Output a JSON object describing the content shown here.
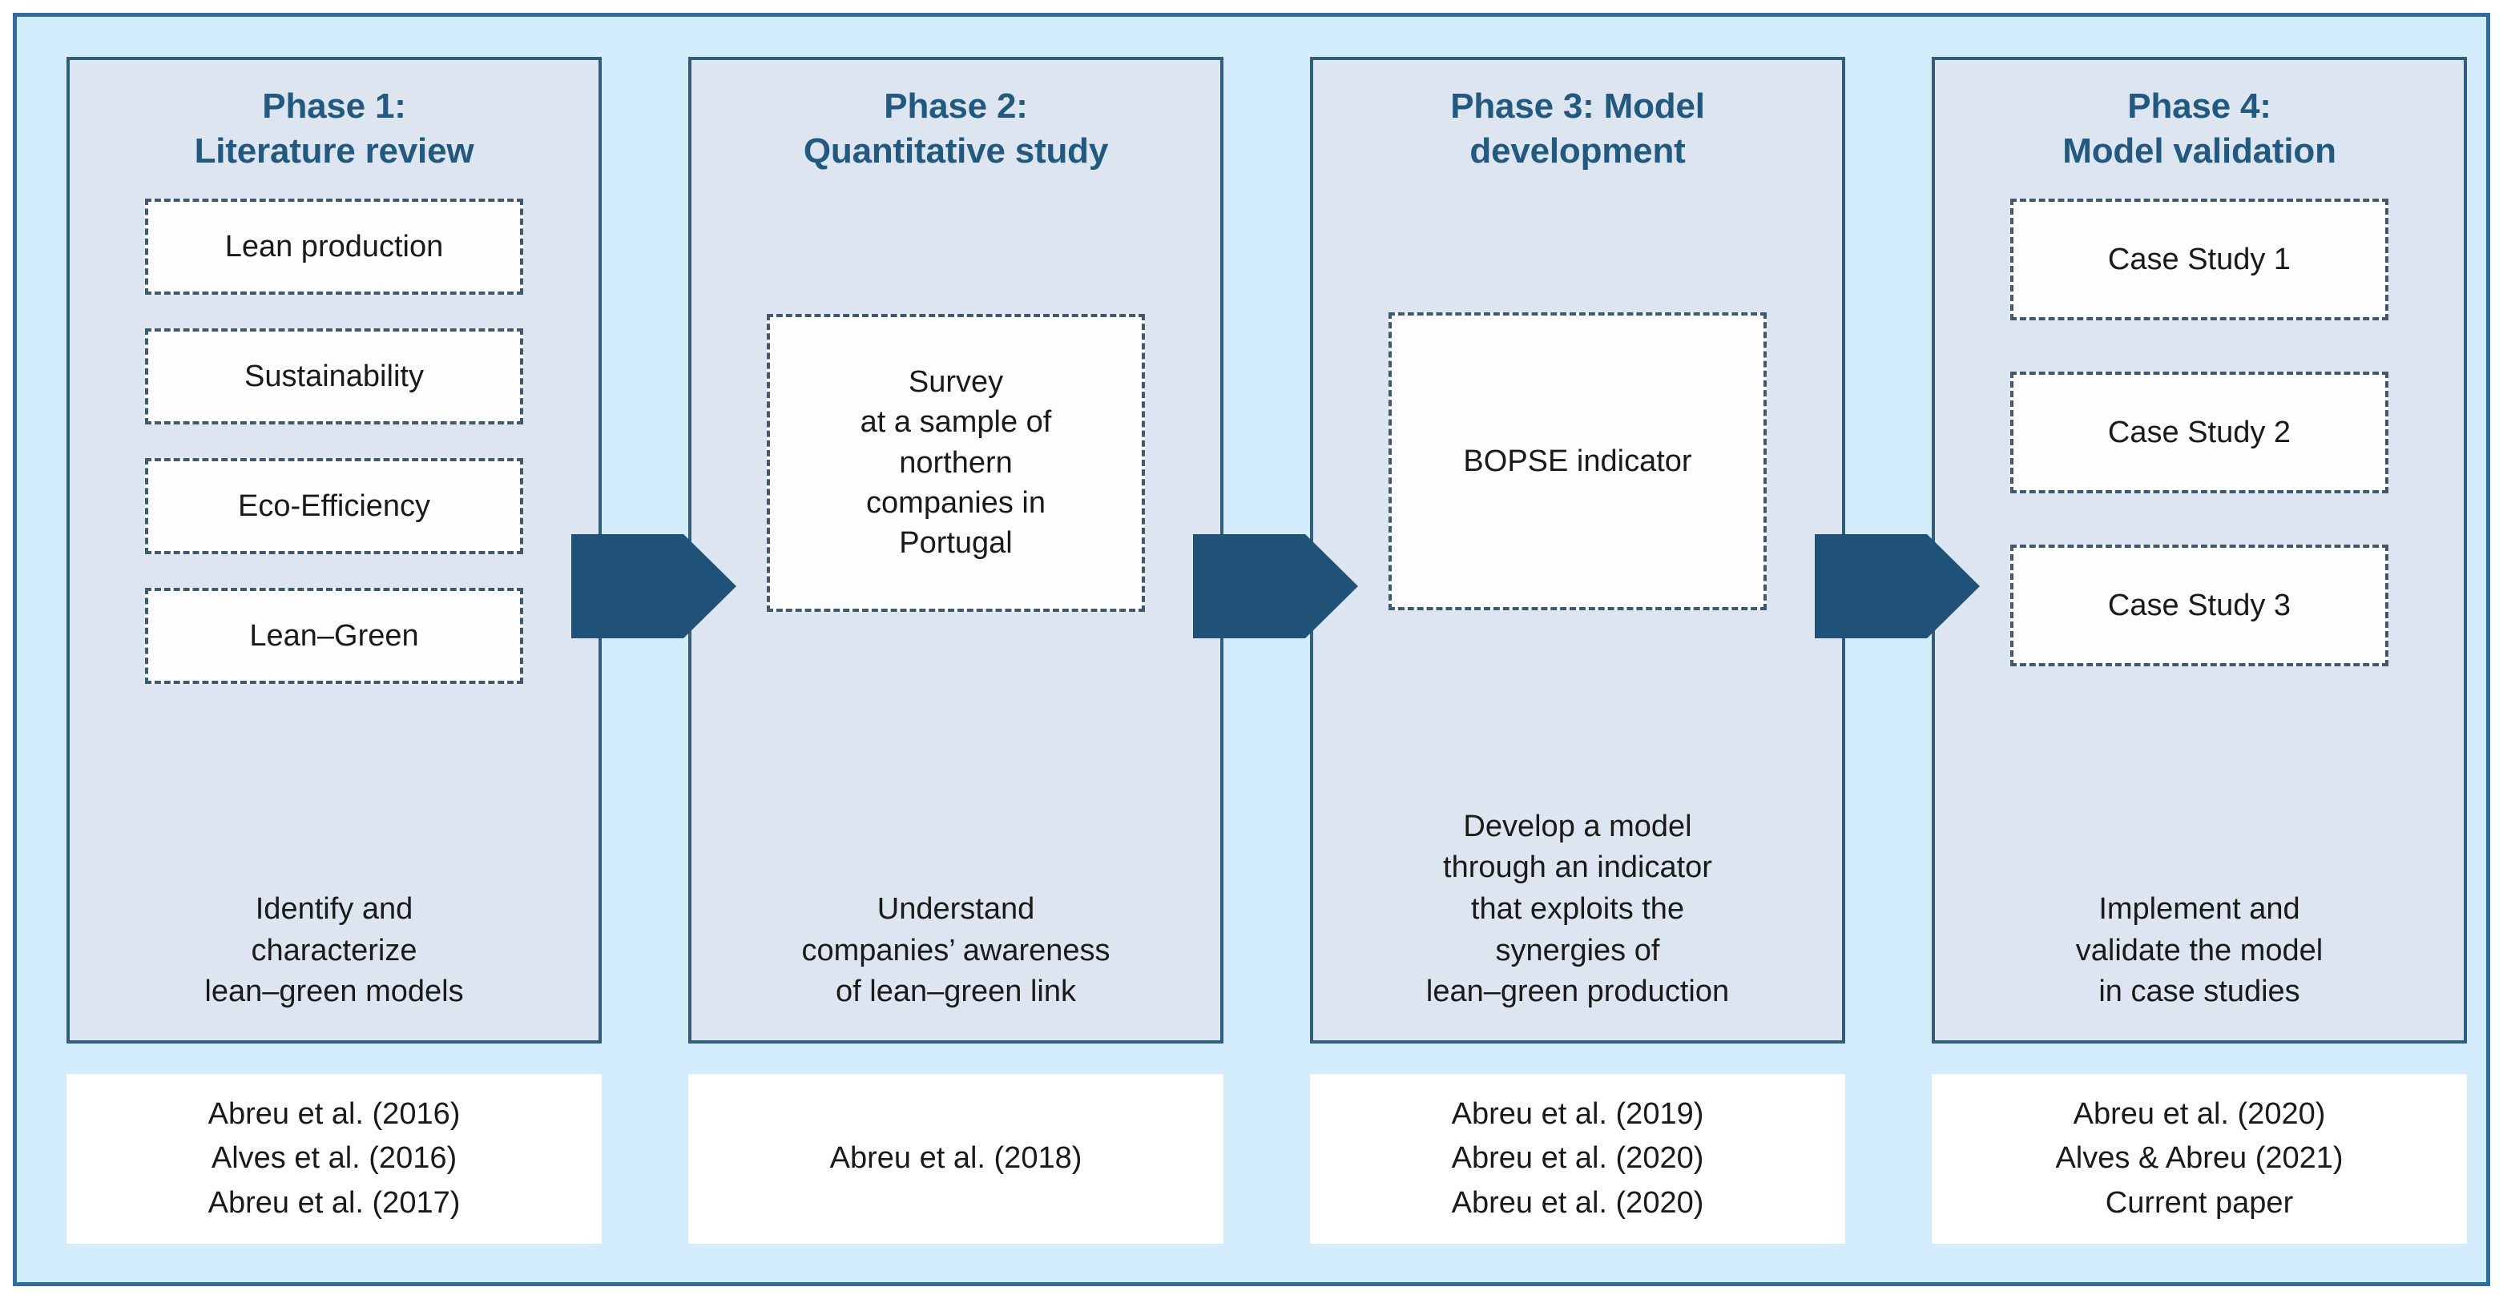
{
  "figure": {
    "background_color": "#d4edfc",
    "frame_border_color": "#2e6da4",
    "panel_fill_color": "#dce5f0",
    "panel_border_color": "#315d80",
    "title_color": "#21597f",
    "arrow_color": "#205277",
    "dashed_border_color": "#3d5a70"
  },
  "phases": [
    {
      "id": "phase-1",
      "title_line1": "Phase 1:",
      "title_line2": "Literature review",
      "boxes": [
        "Lean production",
        "Sustainability",
        "Eco-Efficiency",
        "Lean–Green"
      ],
      "caption": [
        "Identify and",
        "characterize",
        "lean–green models"
      ],
      "references": [
        "Abreu et al. (2016)",
        "Alves et al. (2016)",
        "Abreu et al. (2017)"
      ]
    },
    {
      "id": "phase-2",
      "title_line1": "Phase 2:",
      "title_line2": "Quantitative study",
      "box_lines": [
        "Survey",
        "at a sample of",
        "northern",
        "companies in",
        "Portugal"
      ],
      "caption": [
        "Understand",
        "companies’ awareness",
        "of lean–green link"
      ],
      "references": [
        "Abreu et al. (2018)"
      ]
    },
    {
      "id": "phase-3",
      "title_line1": "Phase 3: Model",
      "title_line2": "development",
      "box_label": "BOPSE indicator",
      "caption": [
        "Develop a model",
        "through an indicator",
        "that exploits the",
        "synergies of",
        "lean–green production"
      ],
      "references": [
        "Abreu et al. (2019)",
        "Abreu et al. (2020)",
        "Abreu et al. (2020)"
      ]
    },
    {
      "id": "phase-4",
      "title_line1": "Phase 4:",
      "title_line2": "Model validation",
      "boxes": [
        "Case Study 1",
        "Case Study 2",
        "Case Study 3"
      ],
      "caption": [
        "Implement and",
        "validate the model",
        "in case studies"
      ],
      "references": [
        "Abreu et al. (2020)",
        "Alves & Abreu (2021)",
        "Current paper"
      ]
    }
  ],
  "arrows": [
    {
      "id": "arrow-phase1-to-phase2",
      "direction": "right"
    },
    {
      "id": "arrow-phase2-to-phase3",
      "direction": "right"
    },
    {
      "id": "arrow-phase3-to-phase4",
      "direction": "right"
    }
  ]
}
